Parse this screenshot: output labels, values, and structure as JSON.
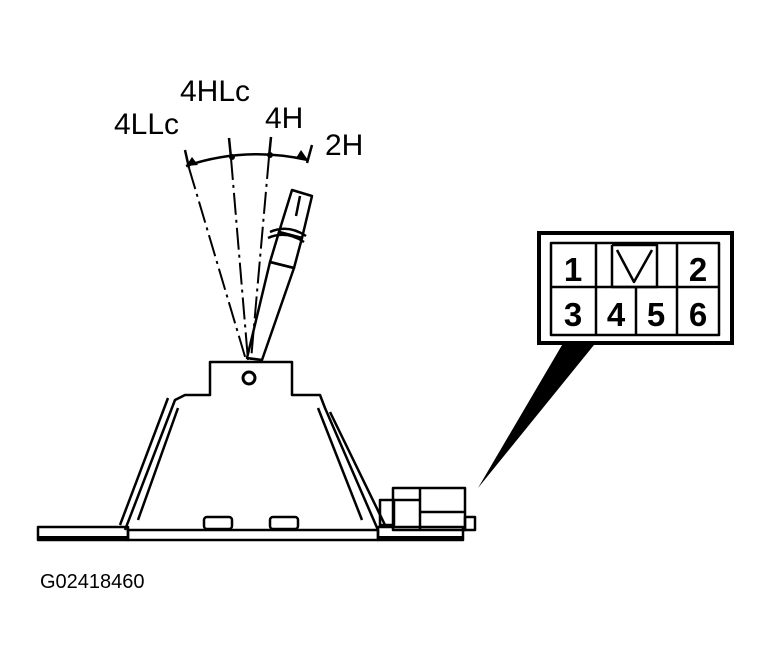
{
  "positions": {
    "p4llc": "4LLc",
    "p4hlc": "4HLc",
    "p4h": "4H",
    "p2h": "2H"
  },
  "connector": {
    "pins": [
      "1",
      "2",
      "3",
      "4",
      "5",
      "6"
    ]
  },
  "figure_id": "G02418460",
  "colors": {
    "ink": "#000000",
    "background": "#ffffff"
  }
}
